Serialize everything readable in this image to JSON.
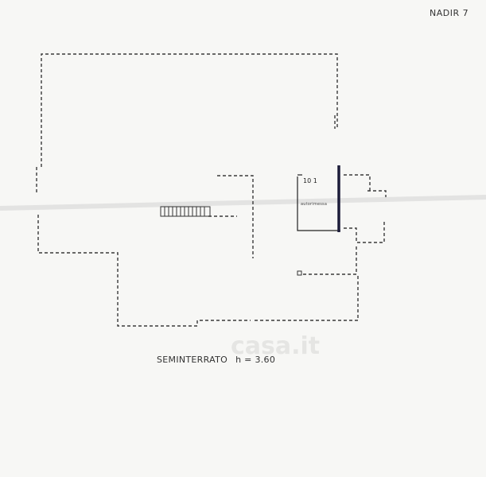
{
  "sheet_title": "NADIR 7",
  "floor_name": "SEMINTERRATO",
  "height": "h = 3.60",
  "room_number": "10 1",
  "room_label": "autorimessa",
  "watermark": "casa.it"
}
